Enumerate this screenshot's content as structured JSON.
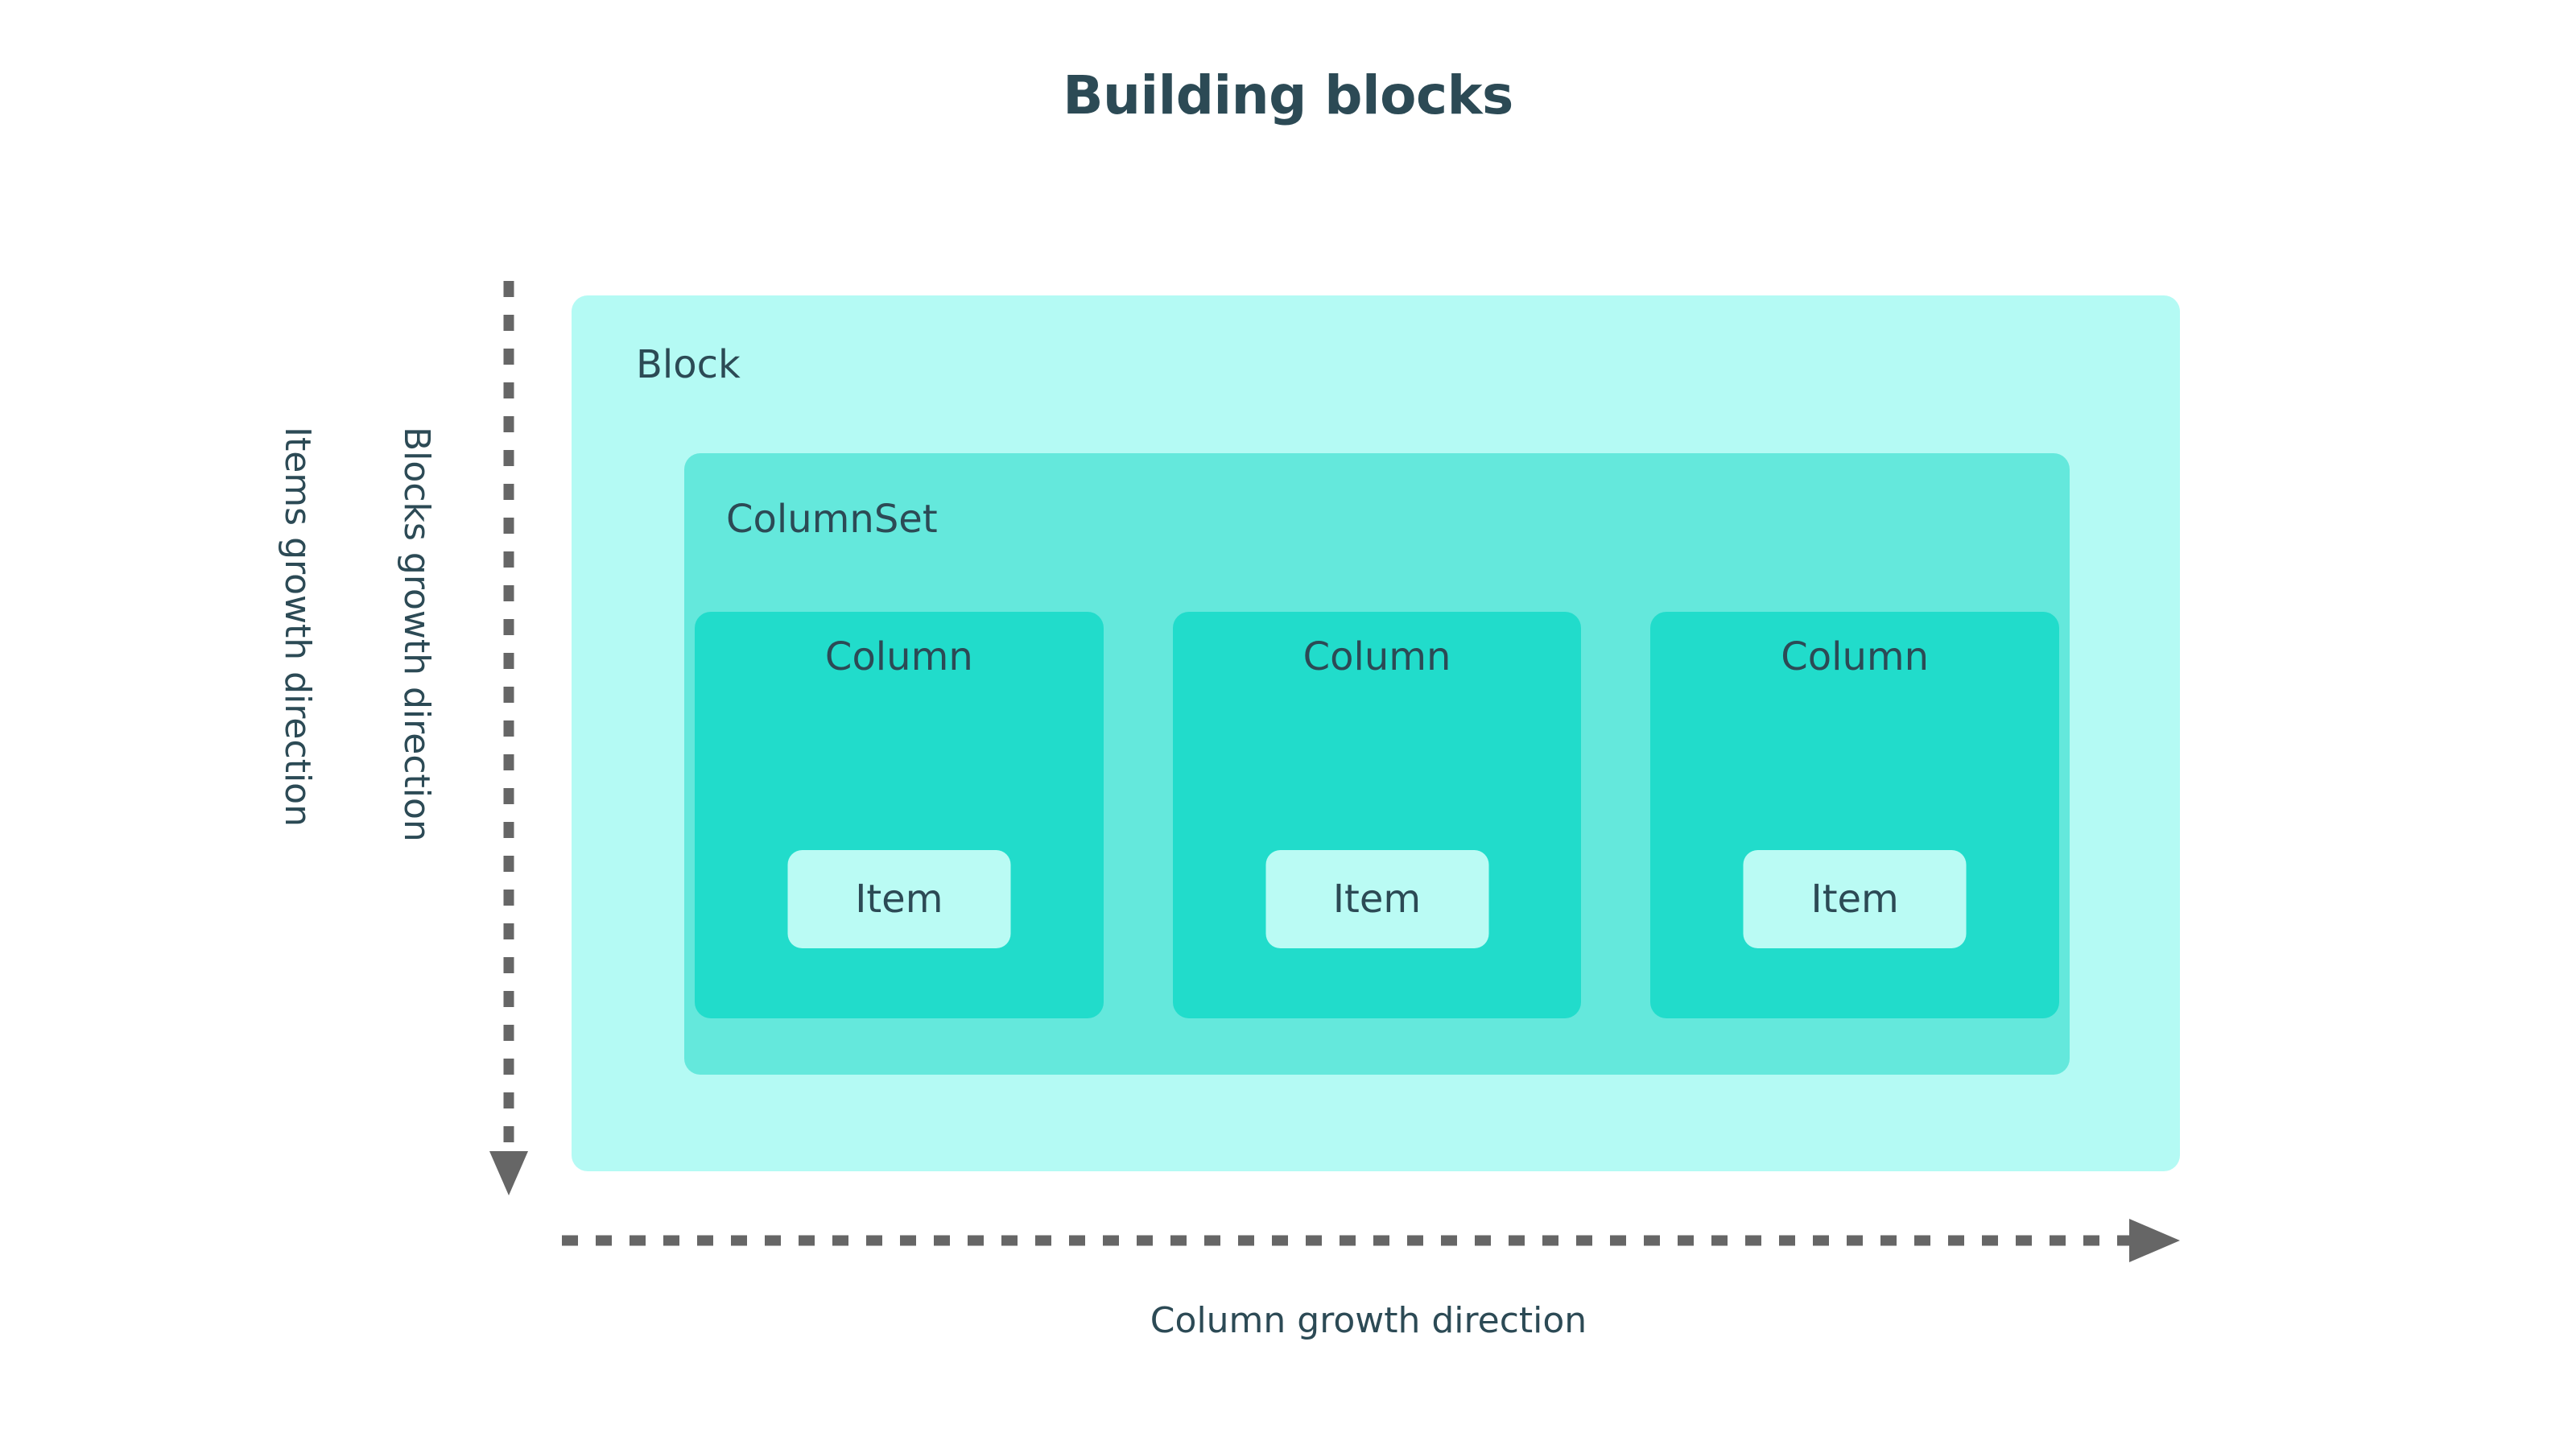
{
  "page": {
    "title": "Building blocks",
    "background_color": "#ffffff",
    "text_color": "#2c4a55"
  },
  "axes": {
    "items_growth_label": "Items growth direction",
    "blocks_growth_label": "Blocks growth direction",
    "column_growth_label": "Column growth direction",
    "vertical_arrow_name": "blocks-growth-arrow",
    "horizontal_arrow_name": "column-growth-arrow",
    "arrow_color": "#666666"
  },
  "diagram": {
    "block": {
      "label": "Block",
      "color": "#b4faf4"
    },
    "columnset": {
      "label": "ColumnSet",
      "color": "#64e8dc"
    },
    "columns": [
      {
        "label": "Column",
        "color": "#21dccb",
        "item": {
          "label": "Item",
          "color": "#bafbf4"
        }
      },
      {
        "label": "Column",
        "color": "#21dccb",
        "item": {
          "label": "Item",
          "color": "#bafbf4"
        }
      },
      {
        "label": "Column",
        "color": "#21dccb",
        "item": {
          "label": "Item",
          "color": "#bafbf4"
        }
      }
    ]
  }
}
